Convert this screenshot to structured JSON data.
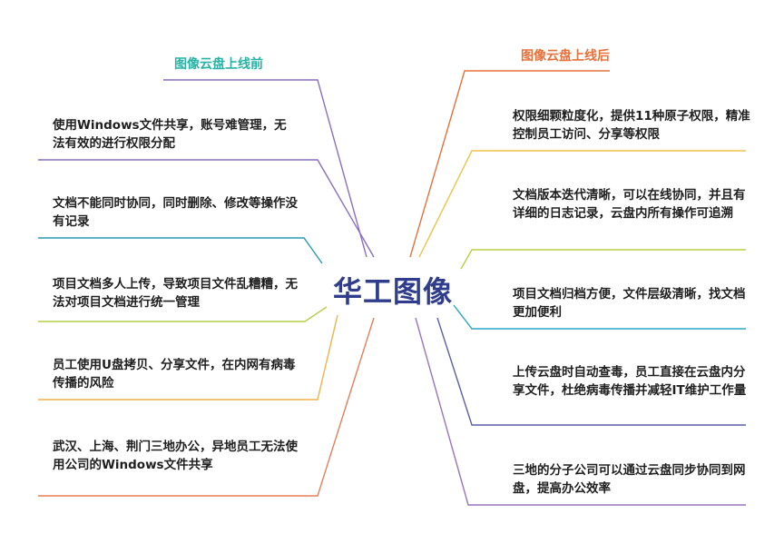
{
  "center": "华工图像",
  "colors": {
    "center": "#2f3d8c",
    "left_heading": "#27b3a6",
    "right_heading": "#e8703a"
  },
  "left": {
    "heading": "图像云盘上线前",
    "items": [
      {
        "text": "使用Windows文件共享，账号难管理，无法有效的进行权限分配",
        "color": "#8a6ec0"
      },
      {
        "text": "文档不能同时协同，同时删除、修改等操作没有记录",
        "color": "#2a9ab4"
      },
      {
        "text": "项目文档多人上传，导致项目文件乱糟糟，无法对项目文档进行统一管理",
        "color": "#b7cf4a"
      },
      {
        "text": "员工使用U盘拷贝、分享文件，在内网有病毒传播的风险",
        "color": "#f0b24a"
      },
      {
        "text": "武汉、上海、荆门三地办公，异地员工无法使用公司的Windows文件共享",
        "color": "#e77e5a"
      }
    ]
  },
  "right": {
    "heading": "图像云盘上线后",
    "items": [
      {
        "text": "权限细颗粒度化，提供11种原子权限，精准控制员工访问、分享等权限",
        "color": "#f2c048"
      },
      {
        "text": "文档版本迭代清晰，可以在线协同，并且有详细的日志记录，云盘内所有操作可追溯",
        "color": "#b9cf43"
      },
      {
        "text": "项目文档归档方便，文件层级清晰，找文档更加便利",
        "color": "#29a7c4"
      },
      {
        "text": "上传云盘时自动查毒，员工直接在云盘内分享文件，杜绝病毒传播并减轻IT维护工作量",
        "color": "#5c5fa8"
      },
      {
        "text": "三地的分子公司可以通过云盘同步协同到网盘，提高办公效率",
        "color": "#9a73c0"
      }
    ]
  }
}
